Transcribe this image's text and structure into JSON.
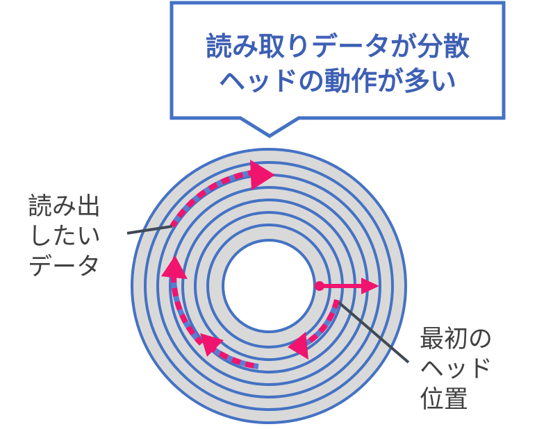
{
  "callout": {
    "lines": [
      "読み取りデータが分散",
      "ヘッドの動作が多い"
    ]
  },
  "labels": {
    "target_data": [
      "読み出",
      "したい",
      "データ"
    ],
    "head_start": [
      "最初の",
      "ヘッド",
      "位置"
    ]
  },
  "colors": {
    "disk_fill": "#d9d9d9",
    "track_stroke": "#4472c4",
    "callout_border": "#4472c4",
    "callout_text": "#3d5fb4",
    "arrow": "#f0146e",
    "dash_blue": "#5b7ccf",
    "label_text": "#404040",
    "leader_line": "#404a55"
  }
}
